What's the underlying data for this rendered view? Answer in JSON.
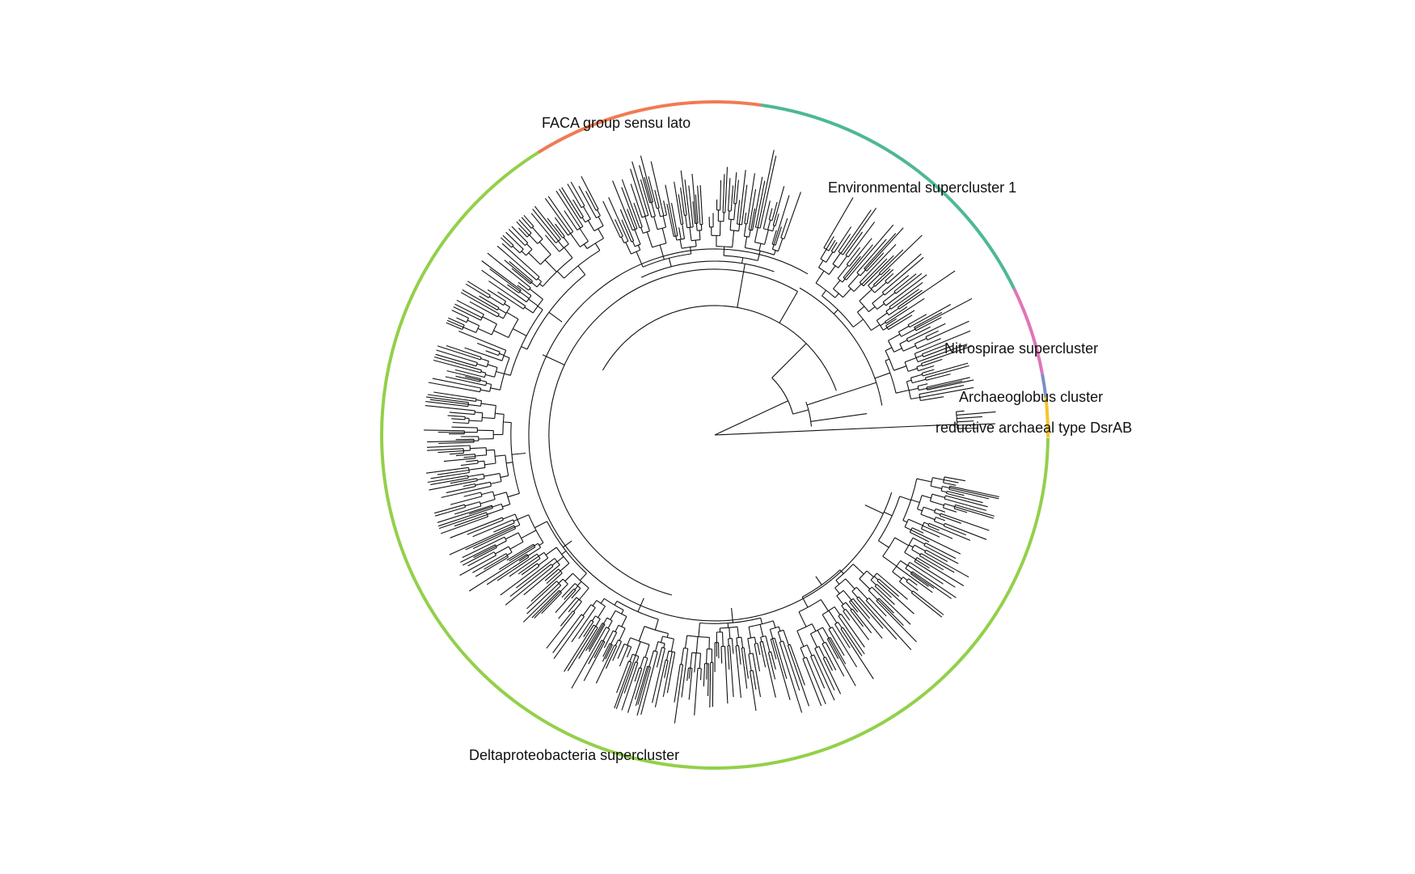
{
  "figure": {
    "type": "circular-phylogenetic-tree",
    "clades": [
      {
        "name": "FACA group sensu lato",
        "color": "#f07b52"
      },
      {
        "name": "Environmental supercluster 1",
        "color": "#4db895"
      },
      {
        "name": "Nitrospirae supercluster",
        "color": "#e075b8"
      },
      {
        "name": "Archaeoglobus cluster",
        "color": "#7a8fc9"
      },
      {
        "name": "reductive archaeal type DsrAB",
        "color": "#f5c52a"
      },
      {
        "name": "Deltaproteobacteria supercluster",
        "color": "#93d04a"
      }
    ]
  }
}
